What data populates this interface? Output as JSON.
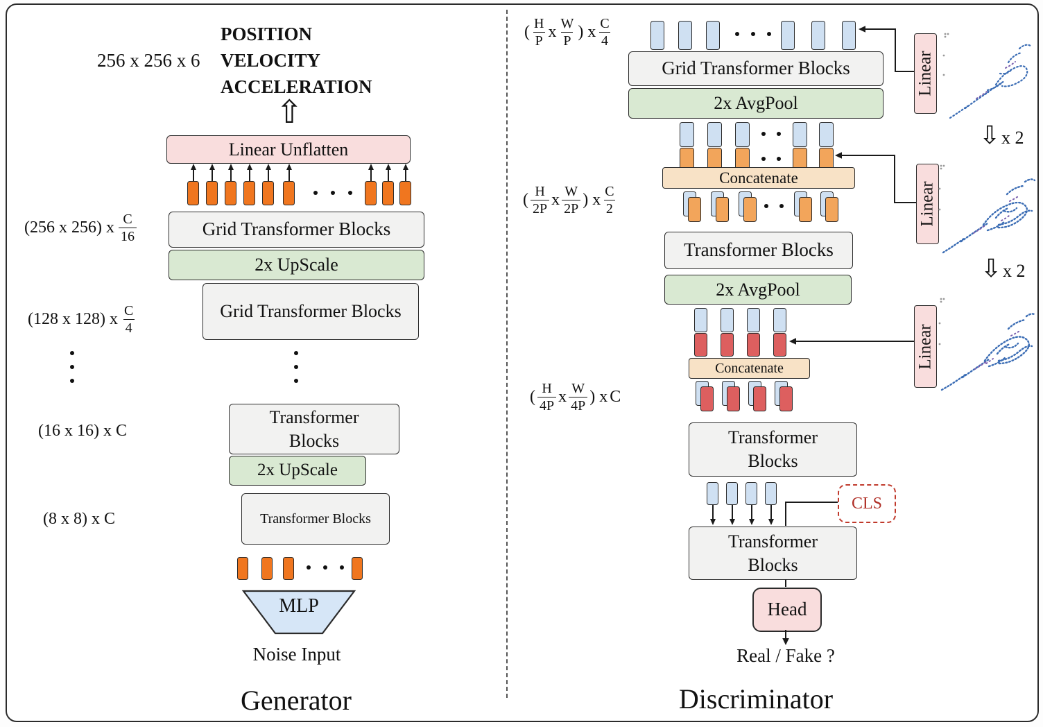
{
  "figure": {
    "generator": {
      "caption": "Generator",
      "output_dim": "256 x 256 x 6",
      "output_labels": [
        "POSITION",
        "VELOCITY",
        "ACCELERATION"
      ],
      "linear_unflatten": "Linear Unflatten",
      "grid_tb1": "Grid Transformer Blocks",
      "upscale1": "2x UpScale",
      "grid_tb2": "Grid Transformer Blocks",
      "tb1": "Transformer Blocks",
      "upscale2": "2x UpScale",
      "tb2": "Transformer Blocks",
      "mlp": "MLP",
      "noise_input": "Noise Input",
      "dims": {
        "l1_prefix": "(256 x 256) x",
        "l1_num": "C",
        "l1_den": "16",
        "l2_prefix": "(128 x 128) x",
        "l2_num": "C",
        "l2_den": "4",
        "l3": "(16 x 16) x C",
        "l4": "(8 x 8) x C"
      }
    },
    "discriminator": {
      "caption": "Discriminator",
      "grid_tb": "Grid Transformer Blocks",
      "avgpool1": "2x AvgPool",
      "concat1": "Concatenate",
      "tb1": "Transformer Blocks",
      "avgpool2": "2x AvgPool",
      "concat2": "Concatenate",
      "tb2": "Transformer Blocks",
      "tb3": "Transformer Blocks",
      "cls": "CLS",
      "head": "Head",
      "output": "Real / Fake ?",
      "f1": {
        "open": "(",
        "n1": "H",
        "d1": "P",
        "x": "x",
        "n2": "W",
        "d2": "P",
        "close": ") x",
        "n3": "C",
        "d3": "4"
      },
      "f2": {
        "open": "(",
        "n1": "H",
        "d1": "2P",
        "x": "x",
        "n2": "W",
        "d2": "2P",
        "close": ") x",
        "n3": "C",
        "d3": "2"
      },
      "f3": {
        "open": "(",
        "n1": "H",
        "d1": "4P",
        "x": "x",
        "n2": "W",
        "d2": "4P",
        "close": ") x",
        "n3": "C"
      }
    },
    "side": {
      "linear1": "Linear",
      "linear2": "Linear",
      "linear3": "Linear",
      "x2_1": "x 2",
      "x2_2": "x 2"
    },
    "colors": {
      "pink_box": "#f9dddd",
      "green_box": "#d9e9d2",
      "gray_box": "#f2f2f1",
      "tan_box": "#f8e2c6",
      "blue_token": "#cfe0f2",
      "orange_token": "#f0761f",
      "amber_token": "#f2a55b",
      "red_token": "#dd5f5f",
      "mlp_fill": "#d6e6f7",
      "cls_red": "#c0392b",
      "scatter_blue": "#3a6cb4"
    }
  }
}
